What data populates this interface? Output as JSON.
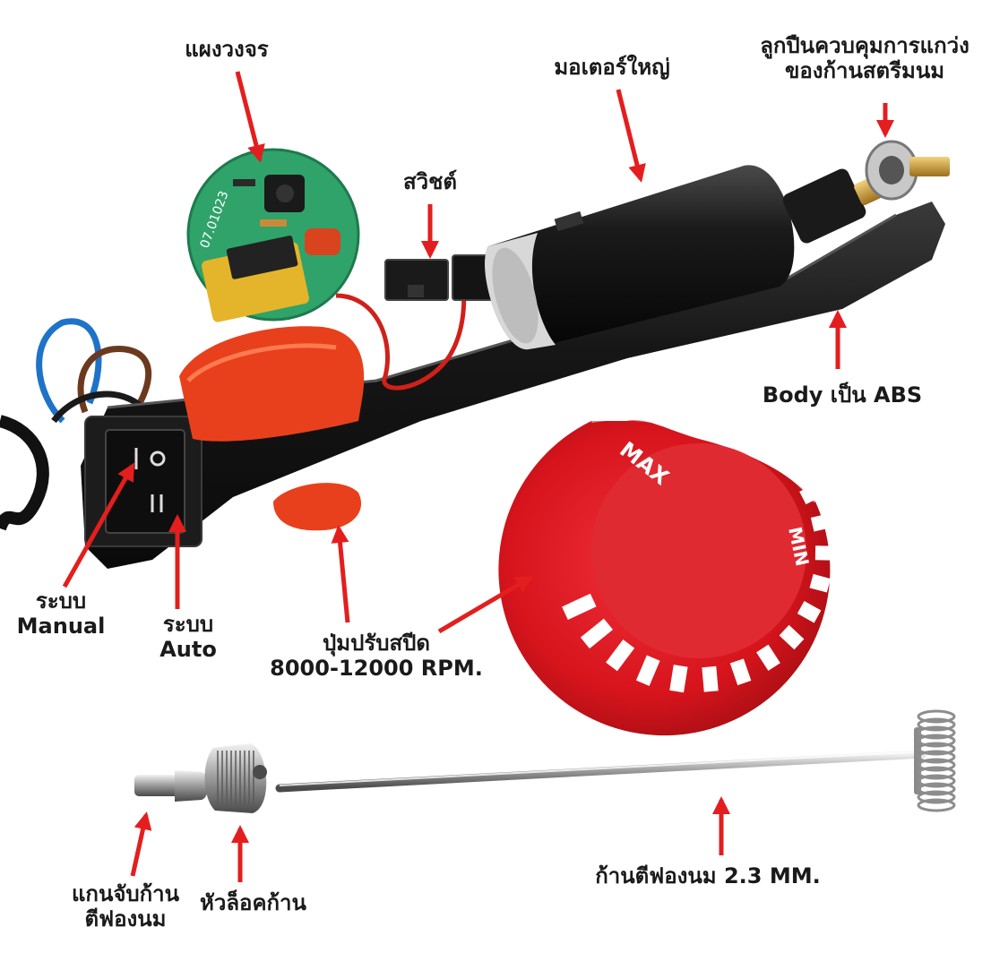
{
  "labels": {
    "circuit_board": "แผงวงจร",
    "big_motor": "มอเตอร์ใหญ่",
    "bearing_line1": "ลูกปืนควบคุมการแกว่ง",
    "bearing_line2": "ของก้านสตรีมนม",
    "switch": "สวิชต์",
    "body": "Body เป็น ABS",
    "manual_line1": "ระบบ",
    "manual_line2": "Manual",
    "auto_line1": "ระบบ",
    "auto_line2": "Auto",
    "speed_knob_line1": "ปุ่มปรับสปีด",
    "speed_knob_line2": "8000-12000 RPM.",
    "shaft_holder_line1": "แกนจับก้าน",
    "shaft_holder_line2": "ตีฟองนม",
    "shaft_lock": "หัวล็อคก้าน",
    "whisk_rod": "ก้านตีฟองนม 2.3 MM."
  },
  "dial": {
    "max_label": "MAX",
    "min_label": "MIN"
  },
  "pcb_marking": "07.01023",
  "colors": {
    "arrow": "#e41e1e",
    "dial_red": "#d7141c",
    "orange": "#e8401c",
    "body_black": "#141414",
    "pcb_green": "#2fa36a"
  }
}
